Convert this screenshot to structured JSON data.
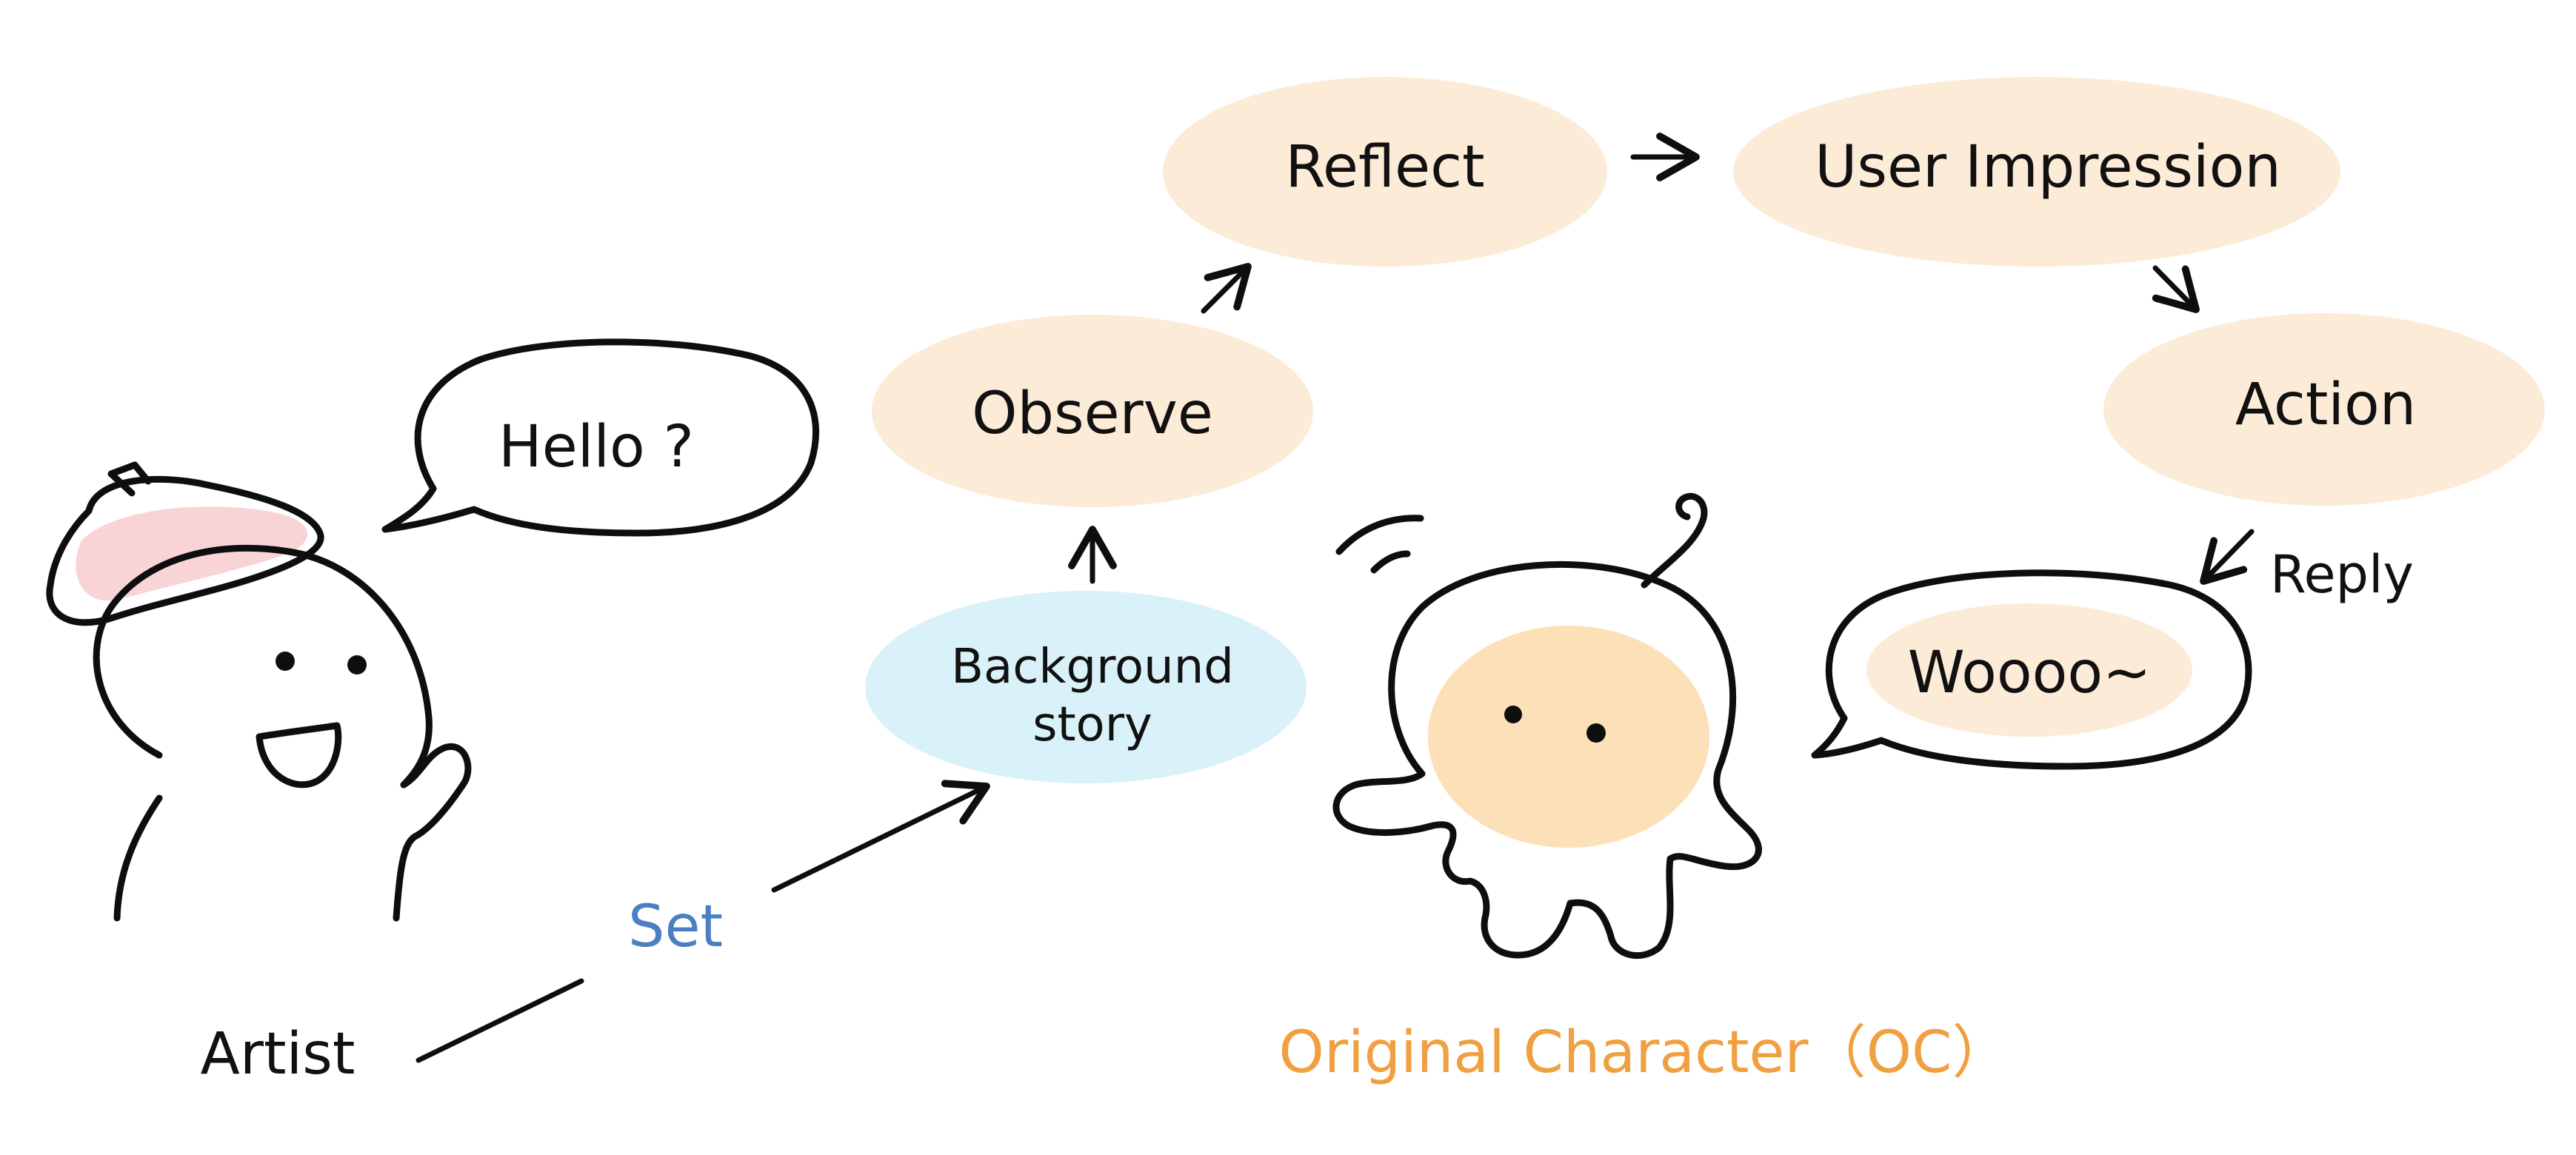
{
  "colors": {
    "node_fill": "#fcebd7",
    "story_fill": "#d9f1f8",
    "beret_fill": "#f9d4d6",
    "oc_face_fill": "#fce0b8",
    "line": "#0e0e0e",
    "set_label": "#4a7fc4",
    "oc_label": "#f0a040"
  },
  "nodes": {
    "observe": "Observe",
    "reflect": "Reflect",
    "user_impression": "User Impression",
    "action": "Action",
    "background_story_line1": "Background",
    "background_story_line2": "story"
  },
  "artist": {
    "speech": "Hello ?",
    "label": "Artist"
  },
  "oc": {
    "speech": "Woooo~",
    "label": "Original Character（OC）"
  },
  "edges": {
    "set": "Set",
    "reply": "Reply"
  },
  "icons": [
    "artist-character-icon",
    "oc-octopus-character-icon"
  ]
}
